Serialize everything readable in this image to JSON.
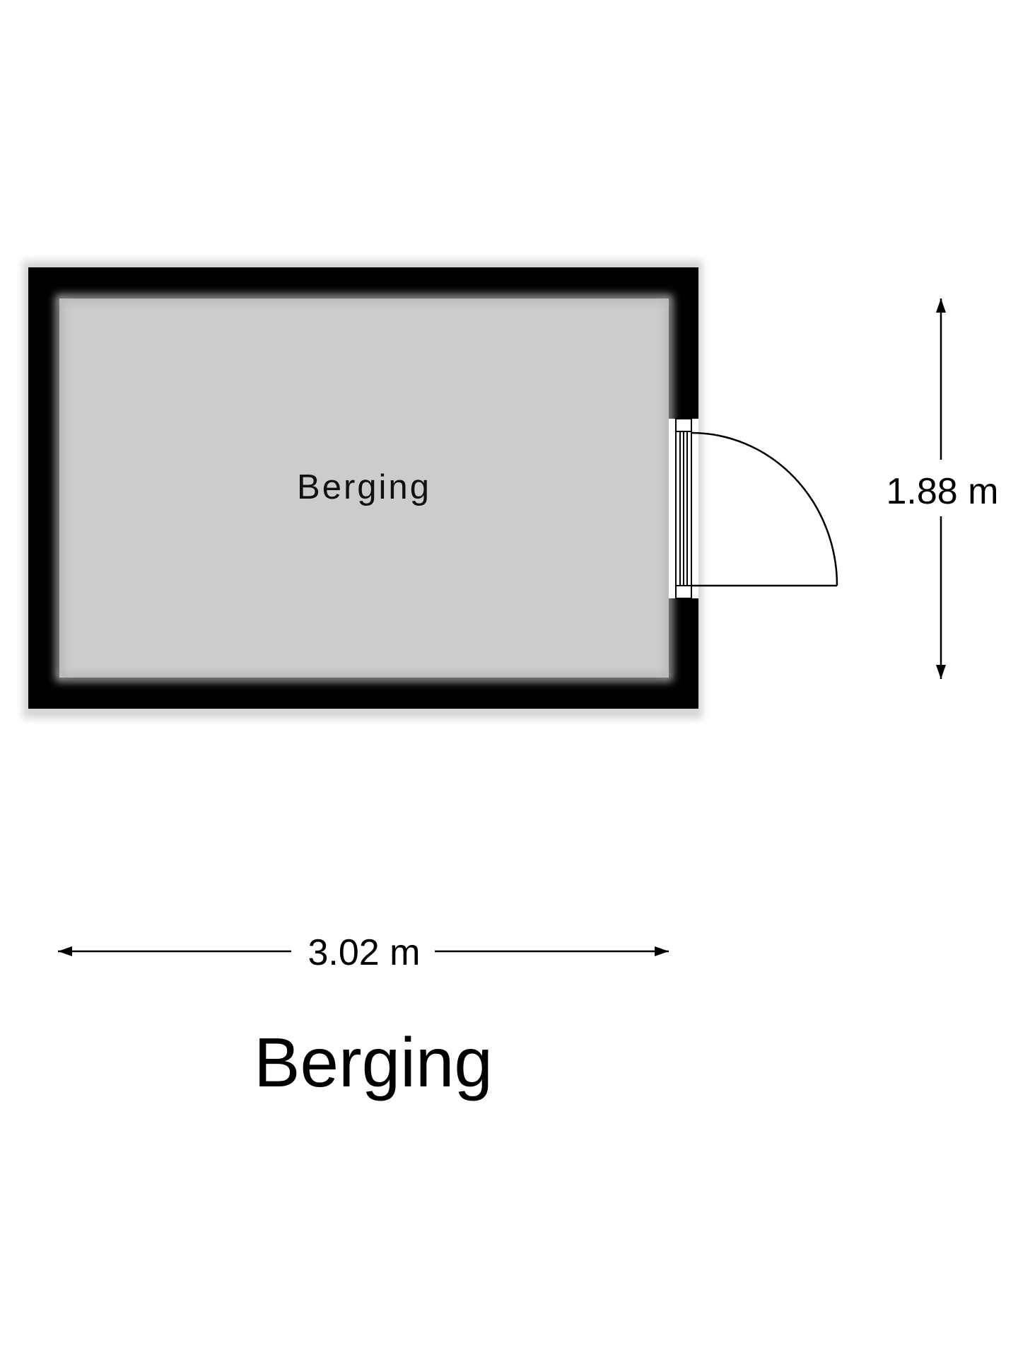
{
  "floorplan": {
    "room_label": "Berging",
    "width_label": "3.02 m",
    "height_label": "1.88 m",
    "title": "Berging"
  },
  "colors": {
    "wall": "#000000",
    "floor": "#cccccc",
    "line": "#000000",
    "background": "#ffffff"
  }
}
